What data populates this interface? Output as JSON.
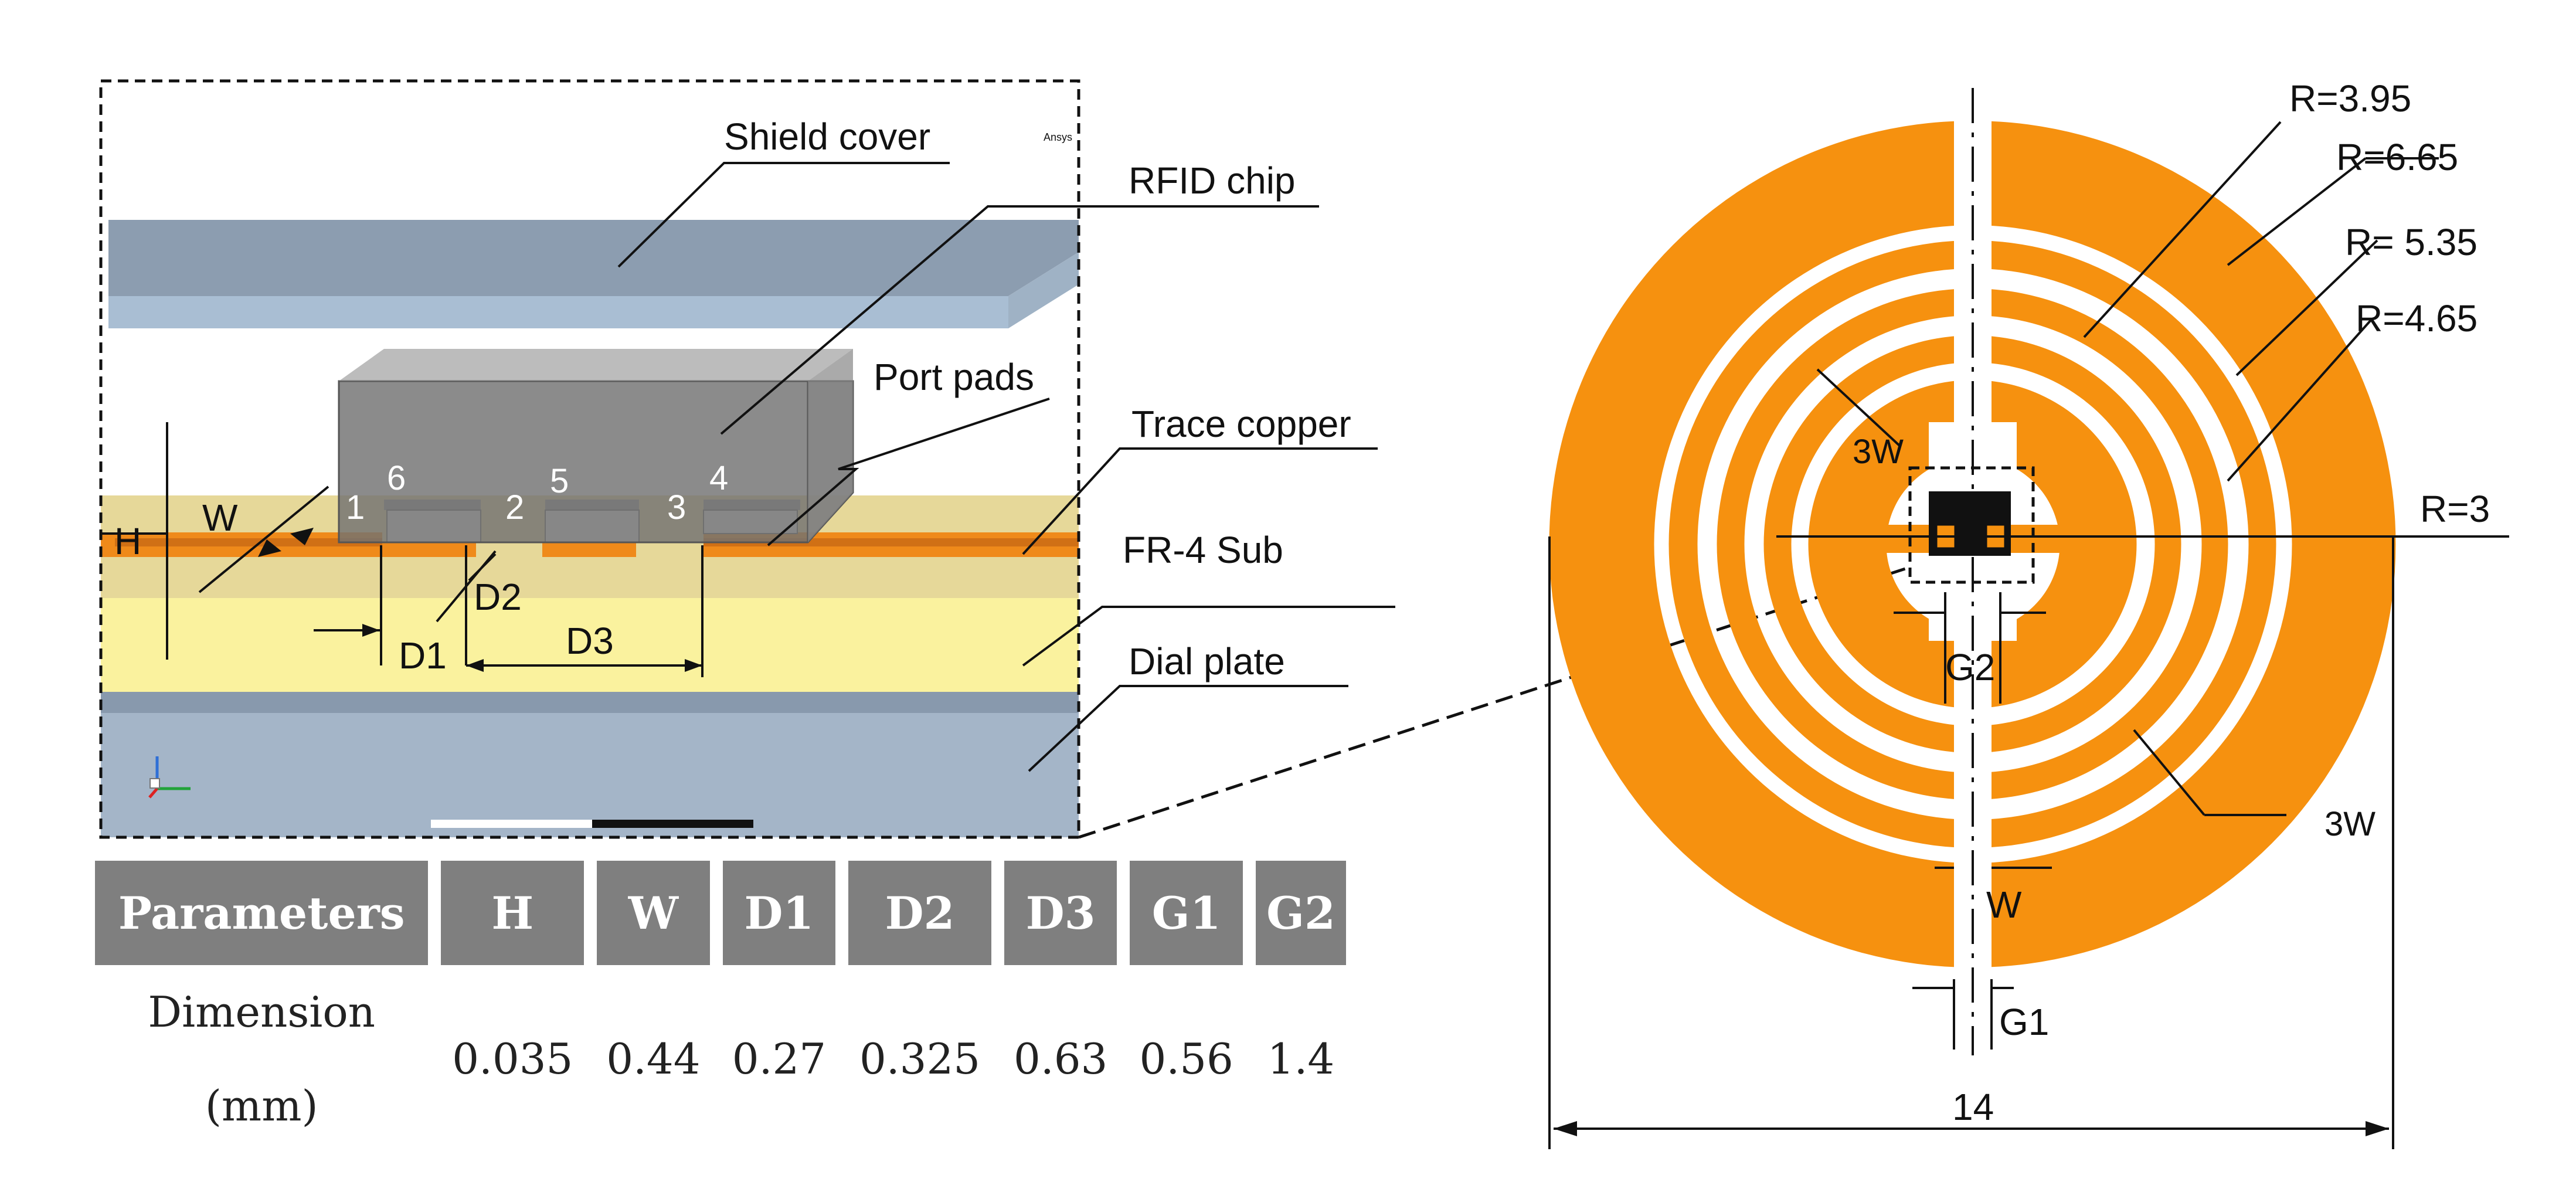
{
  "labels": {
    "ansys": "Ansys",
    "shield_cover": "Shield cover",
    "rfid_chip": "RFID chip",
    "port_pads": "Port pads",
    "trace_copper": "Trace copper",
    "fr4_sub": "FR-4 Sub",
    "dial_plate": "Dial plate",
    "H": "H",
    "W": "W",
    "D1": "D1",
    "D2": "D2",
    "D3": "D3",
    "port_1": "1",
    "port_2": "2",
    "port_3": "3",
    "port_4": "4",
    "port_5": "5",
    "port_6": "6"
  },
  "antenna_labels": {
    "r_395": "R=3.95",
    "r_665": "R=6.65",
    "r_535": "R= 5.35",
    "r_465": "R=4.65",
    "r_3": "R=3",
    "three_w_top": "3W",
    "three_w_right": "3W",
    "g2": "G2",
    "w": "W",
    "g1": "G1",
    "width_14": "14"
  },
  "table": {
    "header_label": "Parameters",
    "row_label_line1": "Dimension",
    "row_label_line2": "(mm)",
    "columns": [
      {
        "name": "H",
        "value": "0.035"
      },
      {
        "name": "W",
        "value": "0.44"
      },
      {
        "name": "D1",
        "value": "0.27"
      },
      {
        "name": "D2",
        "value": "0.325"
      },
      {
        "name": "D3",
        "value": "0.63"
      },
      {
        "name": "G1",
        "value": "0.56"
      },
      {
        "name": "G2",
        "value": "1.4"
      }
    ]
  },
  "colors": {
    "copper": "#f6910f",
    "shield": "#8fa1b2",
    "chip": "#7c7c7c",
    "fr4": "#fbf3a2",
    "dial_plate": "#a3b3c5",
    "header_bg": "#7f7f7f"
  }
}
